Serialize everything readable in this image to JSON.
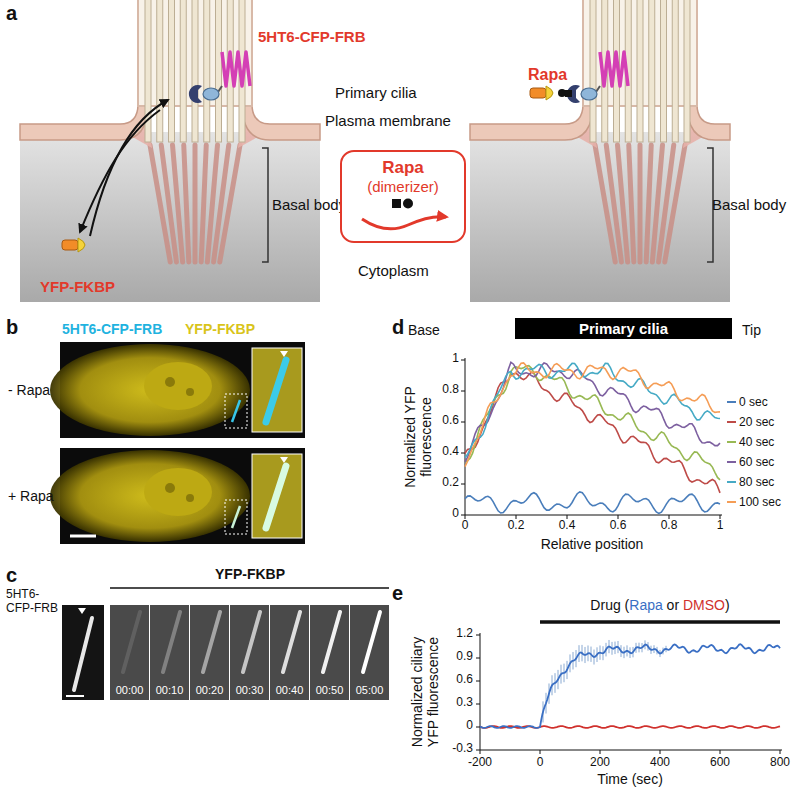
{
  "diagram": {
    "nodes": [
      {
        "text": [
          "Rapa",
          "(dimerizer)"
        ]
      },
      {
        "text": [
          "Primary cilia"
        ]
      }
    ],
    "labels": [
      "a",
      "5HT6-CFP-FRB",
      "Primary cilia",
      "Plasma membrane",
      "Basal body",
      "YFP-FKBP",
      "Cytoplasm",
      "Rapa",
      "Basal body",
      "b",
      "5HT6-CFP-FRB",
      "YFP-FKBP",
      "- Rapa",
      "+ Rapa",
      "c",
      "5HT6-CFP-FRB",
      "YFP-FKBP",
      "00:00",
      "00:10",
      "00:20",
      "00:30",
      "00:40",
      "00:50",
      "05:00",
      "d",
      "Base",
      "Tip",
      "Normalized YFP fluorescence",
      "Relative position",
      "0",
      "0.2",
      "0.4",
      "0.6",
      "0.8",
      "1",
      "0",
      "0.2",
      "0.4",
      "0.6",
      "0.8",
      "1",
      "e",
      "Drug (",
      "Rapa",
      " or ",
      "DMSO",
      ")",
      "Normalized ciliary YFP fluorescence",
      "1.2",
      "0.9",
      "0.6",
      "0.3",
      "0",
      "-0.3",
      "-200",
      "0",
      "200",
      "400",
      "600",
      "800",
      "Time (sec)"
    ],
    "legend": [
      {
        "text": "0 sec",
        "color": "#4a7ebb"
      },
      {
        "text": "20 sec",
        "color": "#be4b48"
      },
      {
        "text": "40 sec",
        "color": "#98b954"
      },
      {
        "text": "60 sec",
        "color": "#7d60a0"
      },
      {
        "text": "80 sec",
        "color": "#46aac5"
      },
      {
        "text": "100 sec",
        "color": "#f59d56"
      }
    ]
  }
}
